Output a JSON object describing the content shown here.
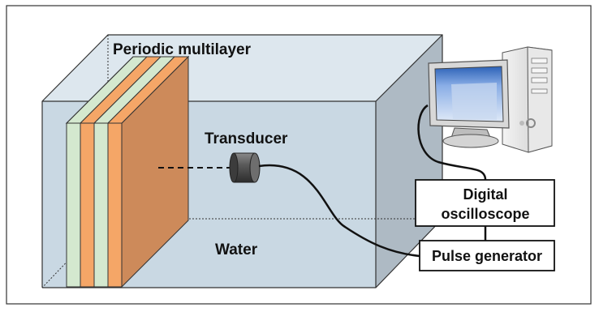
{
  "labels": {
    "multilayer": "Periodic multilayer",
    "transducer": "Transducer",
    "water": "Water",
    "oscilloscope_line1": "Digital",
    "oscilloscope_line2": "oscilloscope",
    "pulse_generator": "Pulse generator"
  },
  "colors": {
    "water_front": "#c9d8e3",
    "water_side": "#aebac4",
    "water_top": "#dde7ee",
    "layer_green": "#d4e8cf",
    "layer_orange": "#f5a667",
    "layer_back": "#cd8a5a",
    "computer_screen": "#8aaee6"
  },
  "icons": [
    "computer-icon",
    "transducer-icon"
  ]
}
